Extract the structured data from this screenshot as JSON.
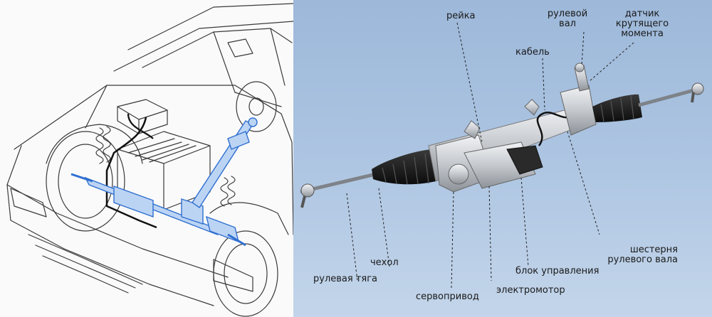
{
  "labels": {
    "reyka": "рейка",
    "rulevoy_val": "рулевой\nвал",
    "datchik": "датчик\nкрутящего\nмомента",
    "kabel": "кабель",
    "shesternya": "шестерня\nрулевого вала",
    "chehol": "чехол",
    "rulevaya_tyaga": "рулевая тяга",
    "blok": "блок управления",
    "servoprivod": "сервопривод",
    "elektromotor": "электромотор"
  },
  "colors": {
    "background_sky": "#a9c2e0",
    "car_line": "#3a3a3a",
    "steering_highlight": "#2f6fd0",
    "boot_black": "#1a1a1a",
    "housing_silver": "#c9ccd0"
  }
}
